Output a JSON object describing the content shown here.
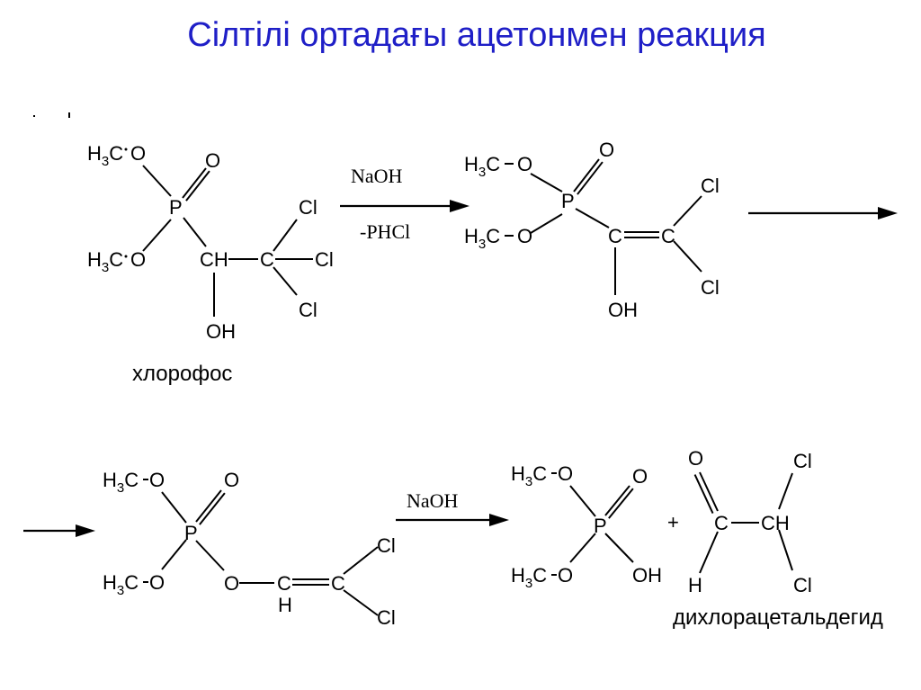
{
  "title": "Сілтілі ортадағы ацетонмен реакция",
  "labels": {
    "o": "O",
    "p": "P",
    "cl": "Cl",
    "c": "C",
    "ch": "CH",
    "oh": "OH",
    "h": "H",
    "h3c_h": "H",
    "h3c_3": "3",
    "h3c_c": "C",
    "plus": "+"
  },
  "reagents": {
    "naoh": "NaOH",
    "minus_phcl": "-PHCl"
  },
  "names": {
    "chlorofos": "хлорофос",
    "dichloroacetaldehyde": "дихлорацетальдегид"
  }
}
